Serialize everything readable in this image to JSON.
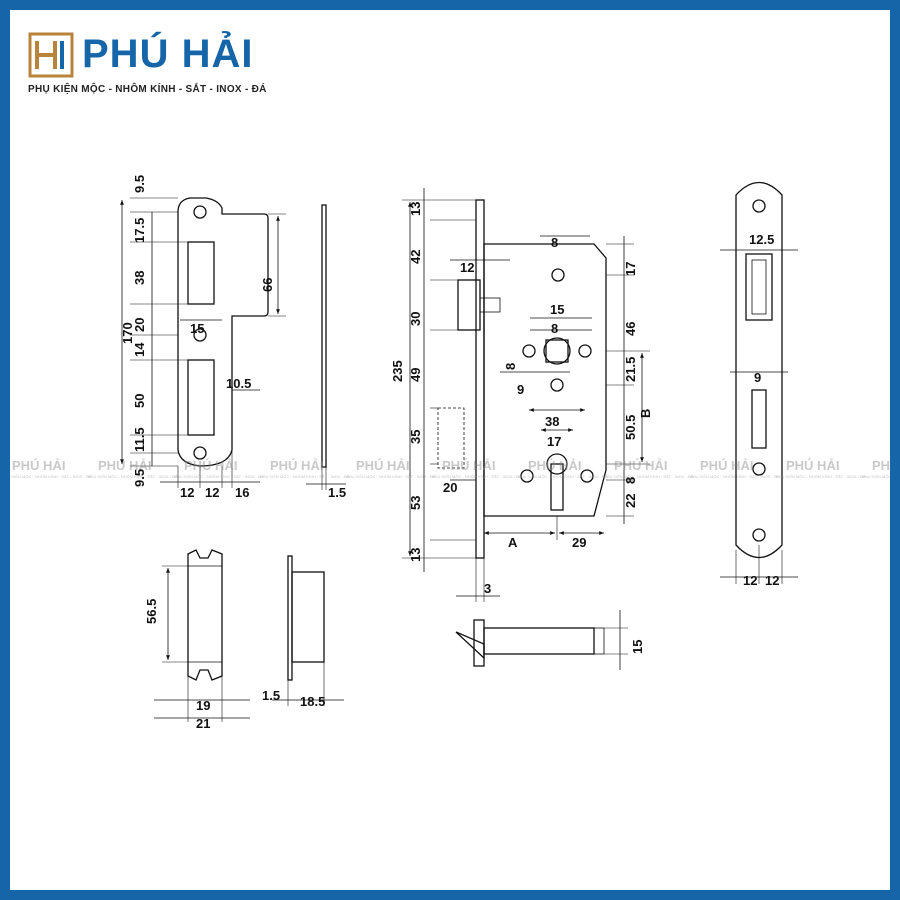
{
  "brand": {
    "name": "PHÚ HẢI",
    "tagline": "PHỤ KIỆN MỘC - NHÔM KÍNH - SẮT - INOX - ĐÁ",
    "logo_letter": "H",
    "color": "#1565a8"
  },
  "watermark": {
    "text": "PHÚ HẢI",
    "subtext": "PHỤ KIỆN MỘC - NHÔM KÍNH - SẮT - INOX - ĐÁ"
  },
  "strike_plate": {
    "dims": [
      "9.5",
      "17.5",
      "38",
      "20",
      "14",
      "50",
      "11.5",
      "9.5",
      "170",
      "66",
      "15",
      "10.5",
      "12",
      "12",
      "16",
      "1.5"
    ]
  },
  "lock_body": {
    "dims": [
      "13",
      "42",
      "30",
      "49",
      "35",
      "53",
      "13",
      "235",
      "12",
      "8",
      "15",
      "8",
      "8",
      "9",
      "38",
      "17",
      "17",
      "46",
      "21.5",
      "50.5",
      "B",
      "8",
      "22",
      "20",
      "A",
      "29",
      "3"
    ]
  },
  "faceplate": {
    "dims": [
      "12.5",
      "9",
      "12",
      "12"
    ]
  },
  "strike_box": {
    "dims": [
      "56.5",
      "19",
      "21",
      "1.5",
      "18.5"
    ]
  },
  "bolt": {
    "dims": [
      "15"
    ]
  }
}
